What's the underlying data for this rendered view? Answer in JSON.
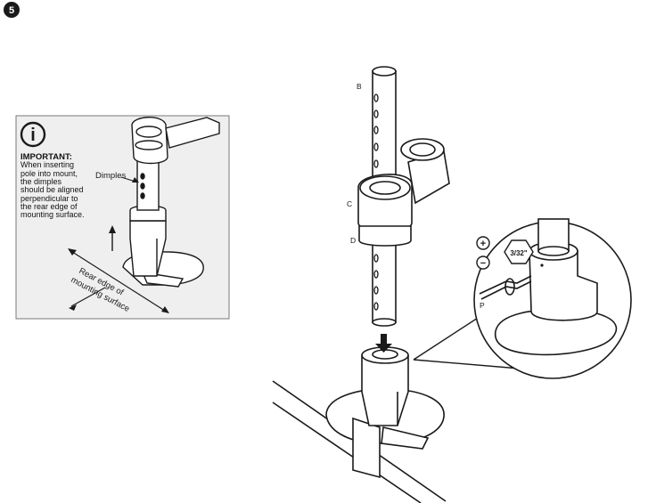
{
  "step": {
    "number": "5"
  },
  "callout": {
    "info_symbol": "i",
    "title": "IMPORTANT:",
    "lines": [
      "When inserting",
      "pole into mount,",
      "the dimples",
      "should be aligned",
      "perpendicular to",
      "the rear edge of",
      "mounting surface."
    ],
    "dimples_label": "Dimples",
    "rear_edge_line1": "Rear edge of",
    "rear_edge_line2": "mounting surface"
  },
  "labels": {
    "b": "B",
    "c": "C",
    "d": "D",
    "p": "P"
  },
  "detail": {
    "hex_size": "3/32\"",
    "tighten_symbol": "+",
    "loosen_symbol": "−"
  },
  "colors": {
    "ink": "#1a1a1a",
    "callout_bg": "#efefef",
    "callout_border": "#7a7a7a"
  }
}
